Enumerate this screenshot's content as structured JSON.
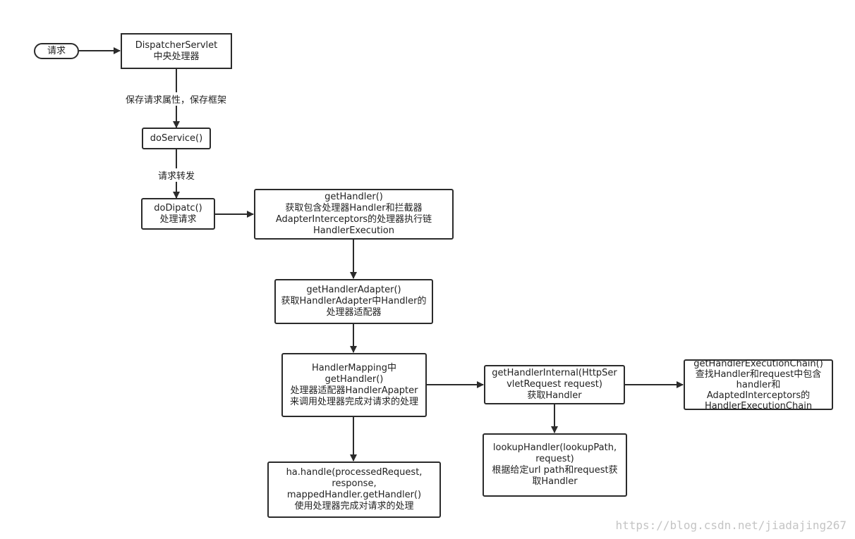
{
  "nodes": {
    "request": [
      "请求"
    ],
    "dispatcher": [
      "DispatcherServlet",
      "中央处理器"
    ],
    "do_service": [
      "doService()"
    ],
    "do_dispatch": [
      "doDipatc()",
      "处理请求"
    ],
    "get_handler": [
      "getHandler()",
      "获取包含处理器Handler和拦截器",
      "AdapterInterceptors的处理器执行链",
      "HandlerExecution"
    ],
    "get_handler_adapter": [
      "getHandlerAdapter()",
      "获取HandlerAdapter中Handler的",
      "处理器适配器"
    ],
    "handler_mapping": [
      "HandlerMapping中",
      "getHandler()",
      "处理器适配器HandlerApapter",
      "来调用处理器完成对请求的处理"
    ],
    "ha_handle": [
      "ha.handle(processedRequest,",
      "response,",
      "mappedHandler.getHandler()",
      "使用处理器完成对请求的处理"
    ],
    "get_handler_internal": [
      "getHandlerInternal(HttpSer",
      "vletRequest request)",
      "获取Handler"
    ],
    "lookup_handler": [
      "lookupHandler(lookupPath,",
      "request)",
      "根据给定url path和request获",
      "取Handler"
    ],
    "execution_chain": [
      "getHandlerExecutionChain()",
      "查找Handler和request中包含",
      "handler和",
      "AdaptedInterceptors的",
      "HandlerExecutionChain"
    ]
  },
  "edge_labels": {
    "save_attributes": "保存请求属性，保存框架",
    "forward_request": "请求转发"
  },
  "watermark": "https://blog.csdn.net/jiadajing267",
  "colors": {
    "stroke": "#2b2b2b",
    "watermark": "#c4c4c4",
    "background": "#ffffff"
  }
}
